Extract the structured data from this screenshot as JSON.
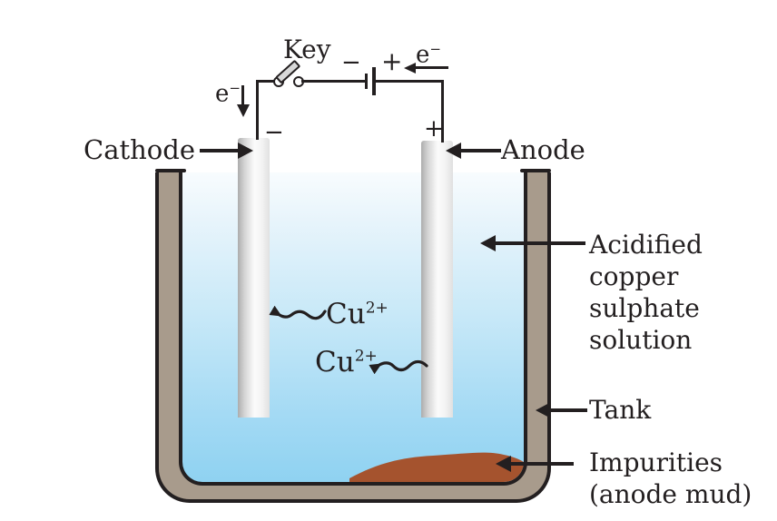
{
  "circuit": {
    "key_label": "Key",
    "battery_minus": "−",
    "battery_plus": "+",
    "electron_base": "e",
    "electron_sup": "−"
  },
  "electrodes": {
    "cathode": {
      "label": "Cathode",
      "sign": "−"
    },
    "anode": {
      "label": "Anode",
      "sign": "+"
    }
  },
  "ions": {
    "base": "Cu",
    "sup": "2+"
  },
  "annotations": {
    "solution": {
      "lines": [
        "Acidified",
        "copper",
        "sulphate",
        "solution"
      ]
    },
    "tank": "Tank",
    "impurities": {
      "lines": [
        "Impurities",
        "(anode mud)"
      ]
    }
  },
  "colors": {
    "outline": "#231f20",
    "tank_wall": "#a89b8c",
    "solution_top": "#f8fcfe",
    "solution_bottom": "#8fd2f1",
    "impurities": "#a5532e",
    "electrode_light": "#fbfbfb",
    "electrode_dark": "#acacac"
  }
}
